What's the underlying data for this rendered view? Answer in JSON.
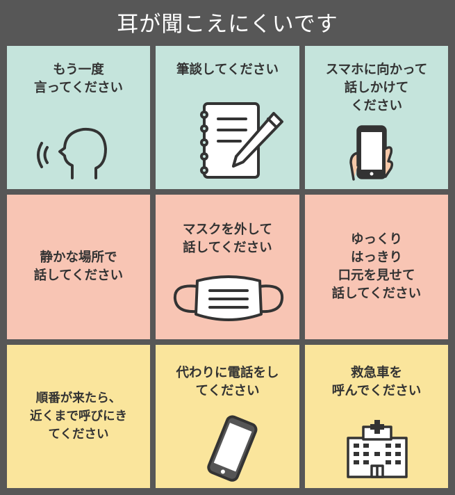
{
  "title": "耳が聞こえにくいです",
  "colors": {
    "background": "#575757",
    "green": "#c5e4dc",
    "pink": "#f8c5b4",
    "yellow": "#fae59c",
    "line": "#333333"
  },
  "cards": [
    {
      "text": "もう一度\n言ってください",
      "icon": "head-sound-icon"
    },
    {
      "text": "筆談してください",
      "icon": "notepad-pen-icon"
    },
    {
      "text": "スマホに向かって\n話しかけて\nください",
      "icon": "hand-smartphone-icon"
    },
    {
      "text": "静かな場所で\n話してください",
      "icon": ""
    },
    {
      "text": "マスクを外して\n話してください",
      "icon": "mask-icon"
    },
    {
      "text": "ゆっくり\nはっきり\n口元を見せて\n話してください",
      "icon": ""
    },
    {
      "text": "順番が来たら、\n近くまで呼びにき\nてください",
      "icon": ""
    },
    {
      "text": "代わりに電話をし\nてください",
      "icon": "phone-icon"
    },
    {
      "text": "救急車を\n呼んでください",
      "icon": "hospital-icon"
    }
  ]
}
